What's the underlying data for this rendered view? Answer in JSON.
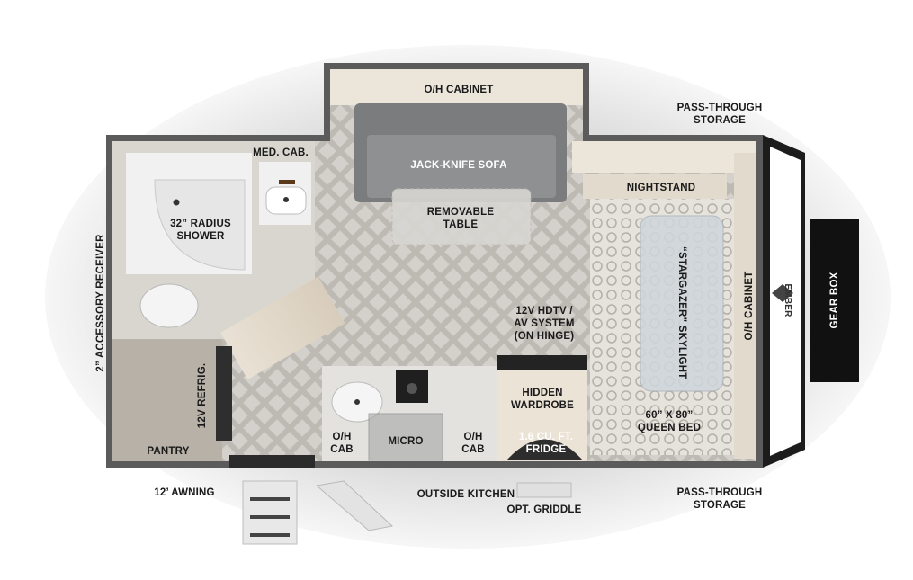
{
  "labels": {
    "oh_cabinet_top": "O/H CABINET",
    "pass_through_storage_top": "PASS-THROUGH\nSTORAGE",
    "med_cab": "MED. CAB.",
    "jack_knife_sofa": "JACK-KNIFE SOFA",
    "removable_table": "REMOVABLE\nTABLE",
    "nightstand": "NIGHTSTAND",
    "shower": "32” RADIUS\nSHOWER",
    "accessory_receiver": "2” ACCESSORY RECEIVER",
    "stargazer_skylight": "“STARGAZER”\nSKYLIGHT",
    "oh_cabinet_right": "O/H CABINET",
    "gear_box": "GEAR BOX",
    "brand_mark": "EMBER",
    "hdtv": "12V HDTV /\nAV SYSTEM\n(ON HINGE)",
    "refrig": "12V REFRIG.",
    "hidden_wardrobe": "HIDDEN\nWARDROBE",
    "queen_bed": "60” X 80”\nQUEEN BED",
    "oh_cab_left": "O/H\nCAB",
    "micro": "MICRO",
    "oh_cab_right": "O/H\nCAB",
    "fridge": "1.6 CU. FT.\nFRIDGE",
    "pantry": "PANTRY",
    "awning": "12’ AWNING",
    "outside_kitchen": "OUTSIDE KITCHEN",
    "opt_griddle": "OPT. GRIDDLE",
    "pass_through_storage_bottom": "PASS-THROUGH\nSTORAGE"
  }
}
